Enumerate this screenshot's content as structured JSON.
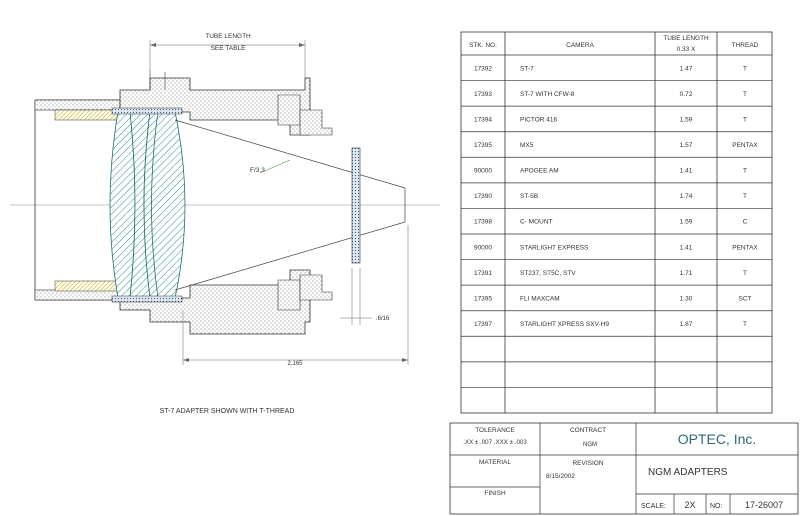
{
  "drawing": {
    "tube_length_label_1": "TUBE LENGTH",
    "tube_length_label_2": "SEE TABLE",
    "focal_ratio_label": "F/3.3",
    "dim_right_label": ".6/16",
    "dim_bottom_label": "2.165",
    "caption": "ST-7 ADAPTER SHOWN WITH T-THREAD"
  },
  "table": {
    "headers": {
      "stk": "STK. NO.",
      "camera": "CAMERA",
      "tube_1": "TUBE LENGTH",
      "tube_2": "0.33 X",
      "thread": "THREAD"
    },
    "rows": [
      {
        "stk": "17392",
        "camera": "ST-7",
        "tube": "1.47",
        "thread": "T"
      },
      {
        "stk": "17393",
        "camera": "ST-7 WITH CFW-8",
        "tube": "0.72",
        "thread": "T"
      },
      {
        "stk": "17394",
        "camera": "PICTOR 416",
        "tube": "1.59",
        "thread": "T"
      },
      {
        "stk": "17395",
        "camera": "MX5",
        "tube": "1.57",
        "thread": "PENTAX"
      },
      {
        "stk": "90000",
        "camera": "APOGEE AM",
        "tube": "1.41",
        "thread": "T"
      },
      {
        "stk": "17390",
        "camera": "ST-5B",
        "tube": "1.74",
        "thread": "T"
      },
      {
        "stk": "17398",
        "camera": "C- MOUNT",
        "tube": "1.59",
        "thread": "C"
      },
      {
        "stk": "90000",
        "camera": "STARLIGHT EXPRESS",
        "tube": "1.41",
        "thread": "PENTAX"
      },
      {
        "stk": "17391",
        "camera": "ST237, ST5C, STV",
        "tube": "1.71",
        "thread": "T"
      },
      {
        "stk": "17395",
        "camera": "FLI MAXCAM",
        "tube": "1.30",
        "thread": "SCT"
      },
      {
        "stk": "17397",
        "camera": "STARLIGHT XPRESS SXV-H9",
        "tube": "1.87",
        "thread": "T"
      },
      {
        "stk": "",
        "camera": "",
        "tube": "",
        "thread": ""
      },
      {
        "stk": "",
        "camera": "",
        "tube": "",
        "thread": ""
      },
      {
        "stk": "",
        "camera": "",
        "tube": "",
        "thread": ""
      }
    ]
  },
  "title_block": {
    "tolerance_label": "TOLERANCE",
    "tolerance_value": ".XX ± .007 .XXX ± .003",
    "contract_label": "CONTRACT",
    "contract_value": "NGM",
    "company": "OPTEC, Inc.",
    "material_label": "MATERIAL",
    "revision_label": "REVISION",
    "revision_value": "8/15/2002",
    "drawing_title": "NGM ADAPTERS",
    "finish_label": "FINISH",
    "scale_label": "SCALE:",
    "scale_value": "2X",
    "no_label": "NO:",
    "no_value": "17-26007"
  }
}
